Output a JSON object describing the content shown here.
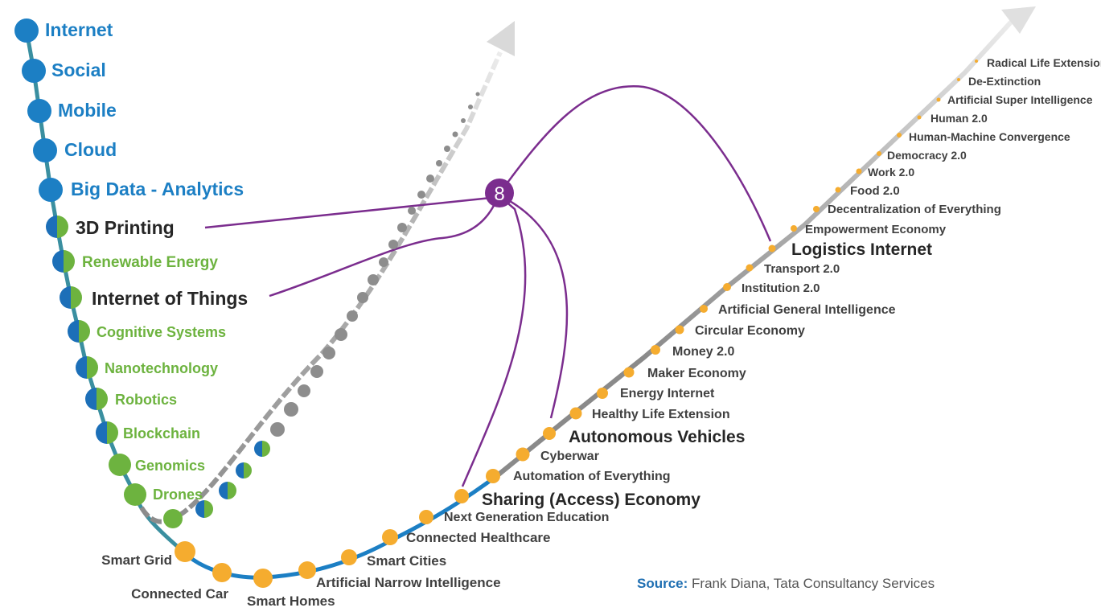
{
  "colors": {
    "blue": "#1c7fc4",
    "green": "#6db33f",
    "orange": "#f5ac2f",
    "purple": "#7b2d8e",
    "teal": "#3a8fa0",
    "gray": "#8d8d8d",
    "dark": "#262626",
    "source_blue": "#1f6fb2",
    "source_gray": "#555555"
  },
  "blue_curve": [
    "Internet",
    "Social",
    "Mobile",
    "Cloud",
    "Big Data - Analytics"
  ],
  "mixed_curve": {
    "highlight_3d": "3D Printing",
    "renewable": "Renewable Energy",
    "highlight_iot": "Internet of Things",
    "green": [
      "Cognitive Systems",
      "Nanotechnology",
      "Robotics",
      "Blockchain",
      "Genomics",
      "Drones"
    ]
  },
  "orange_curve": [
    "Smart Grid",
    "Connected Car",
    "Smart Homes",
    "Artificial Narrow Intelligence",
    "Smart Cities",
    "Connected Healthcare",
    "Next Generation  Education",
    "Sharing (Access) Economy",
    "Automation of Everything",
    "Cyberwar",
    "Autonomous Vehicles",
    "Healthy Life Extension",
    "Energy Internet",
    "Maker Economy",
    "Money 2.0",
    "Circular Economy",
    "Artificial General Intelligence",
    "Institution 2.0",
    "Transport 2.0",
    "Logistics Internet",
    "Empowerment Economy",
    "Decentralization of Everything",
    "Food 2.0",
    "Work 2.0",
    "Democracy 2.0",
    "Human-Machine Convergence",
    "Human 2.0",
    "Artificial Super Intelligence",
    "De-Extinction",
    "Radical Life Extension"
  ],
  "hub": {
    "label": "8"
  },
  "source": {
    "prefix": "Source:",
    "text": " Frank Diana, Tata Consultancy Services"
  }
}
